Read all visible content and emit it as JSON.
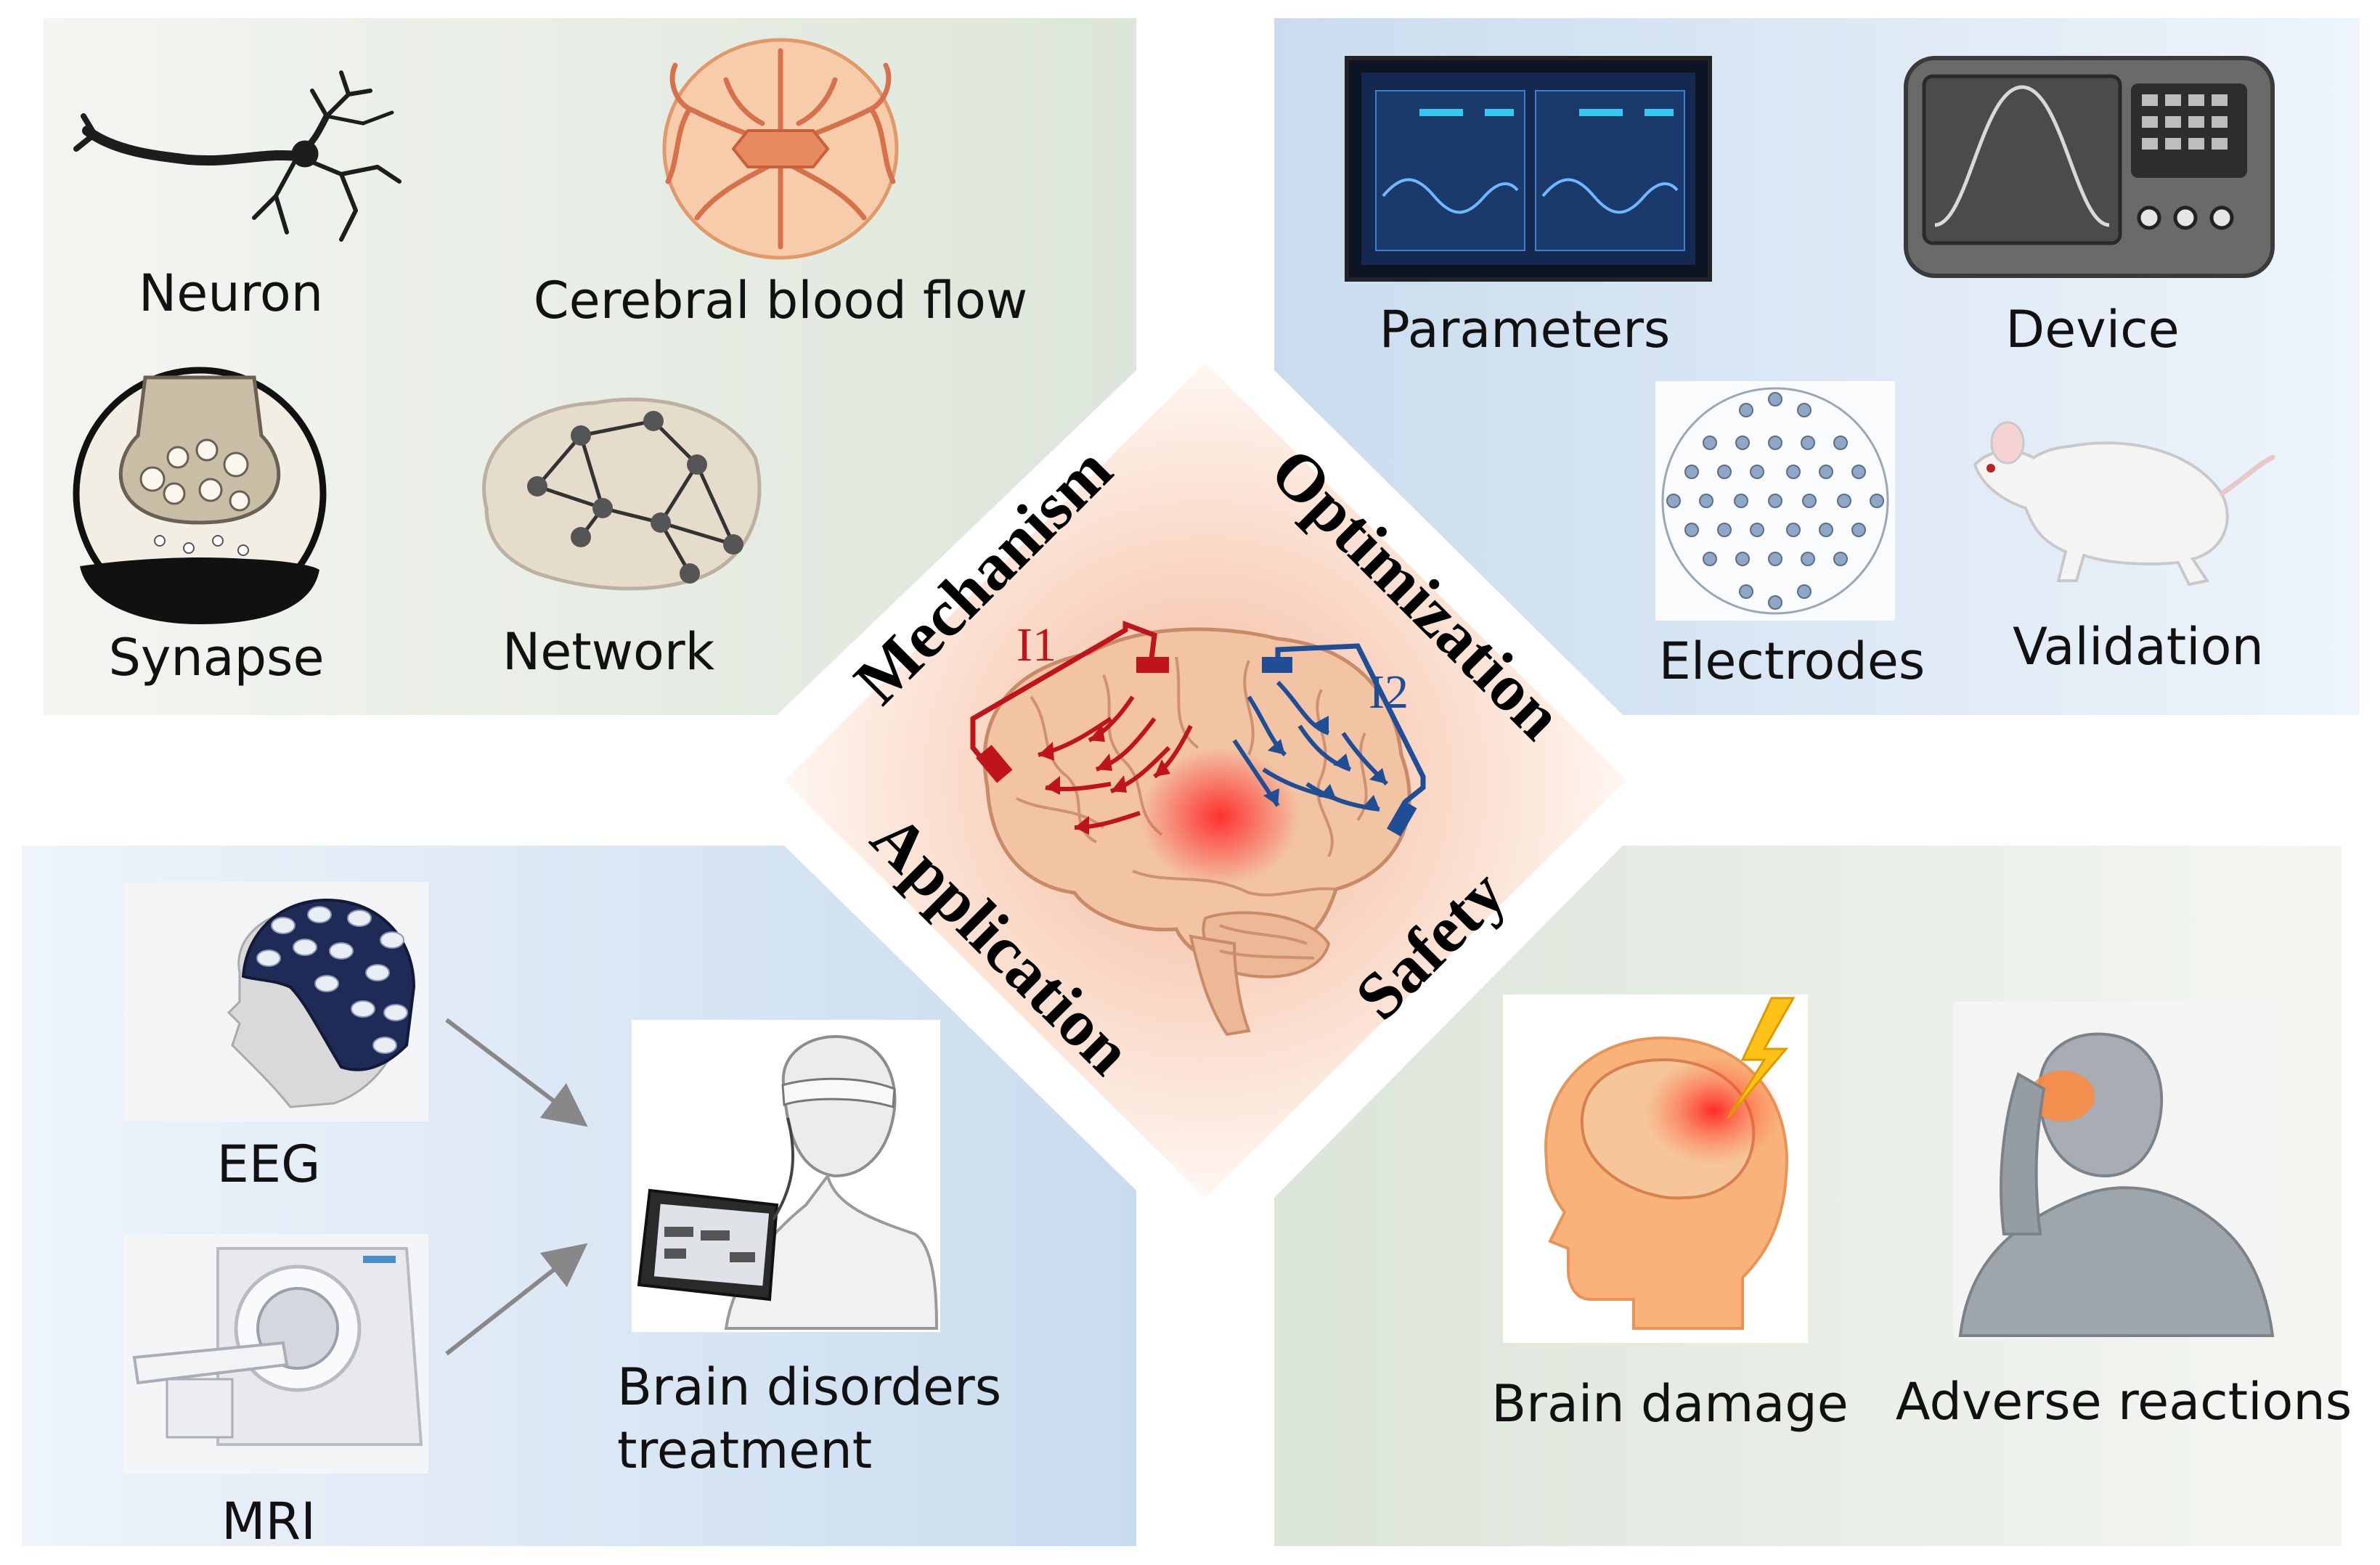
{
  "themes": {
    "mechanism": "Mechanism",
    "optimization": "Optimization",
    "application": "Application",
    "safety": "Safety"
  },
  "currents": {
    "i1": "I1",
    "i2": "I2"
  },
  "mechanism_panel": {
    "neuron": "Neuron",
    "blood_flow": "Cerebral blood flow",
    "synapse": "Synapse",
    "network": "Network"
  },
  "optimization_panel": {
    "parameters": "Parameters",
    "device": "Device",
    "electrodes": "Electrodes",
    "validation": "Validation"
  },
  "application_panel": {
    "eeg": "EEG",
    "mri": "MRI",
    "treatment_line1": "Brain disorders",
    "treatment_line2": "treatment"
  },
  "safety_panel": {
    "brain_damage": "Brain damage",
    "adverse_reactions": "Adverse reactions"
  },
  "colors": {
    "green_panel": "#e2e9e0",
    "blue_panel": "#d2e2f1",
    "center_glow": "#f6c9ae",
    "current_red": "#c0141b",
    "current_blue": "#1f4e96",
    "brain_fill": "#f2c4a4"
  }
}
